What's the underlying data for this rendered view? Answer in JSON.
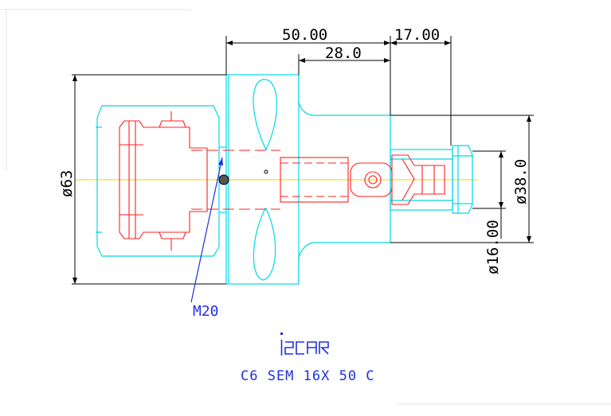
{
  "dimensions": {
    "overall_length": "50.00",
    "head_length": "17.00",
    "shank_length": "28.0",
    "outer_diameter": "ø63",
    "head_diameter": "ø38.0",
    "bore_diameter": "ø16.00"
  },
  "thread_label": "M20",
  "logo_text": "iscar",
  "caption": "C6 SEM 16X 50 C",
  "colors": {
    "outline": "#00d8e8",
    "detail": "#ff2020",
    "dimension": "#000000",
    "centerline": "#f0d000",
    "leader": "#2030e0",
    "logo": "#2030e0"
  }
}
